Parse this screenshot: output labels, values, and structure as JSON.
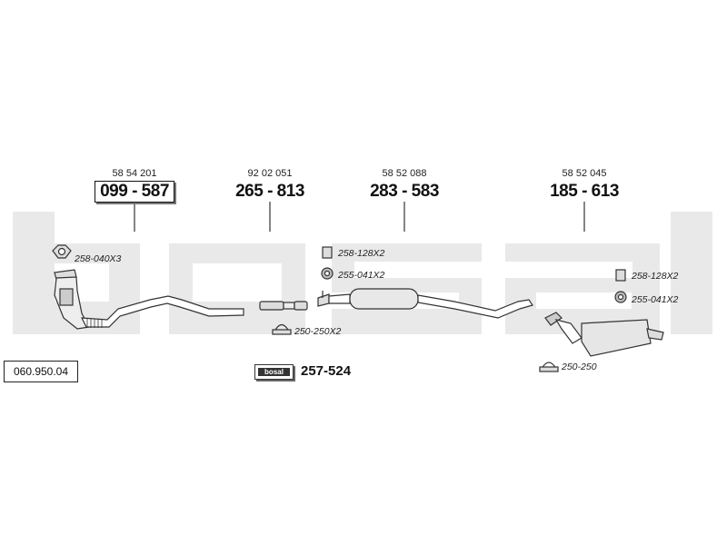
{
  "reference": "060.950.04",
  "watermark_color": "#e9e9e9",
  "parts": [
    {
      "id": "front-pipe",
      "number": "58 54 201",
      "code": "099 - 587",
      "boxed": true
    },
    {
      "id": "middle-pipe",
      "number": "92 02 051",
      "code": "265 - 813",
      "boxed": false
    },
    {
      "id": "center-silencer",
      "number": "58 52 088",
      "code": "283 - 583",
      "boxed": false
    },
    {
      "id": "rear-silencer",
      "number": "58 52 045",
      "code": "185 - 613",
      "boxed": false
    }
  ],
  "accessories": [
    {
      "id": "gasket-front",
      "code": "258-040X3",
      "icon": "gasket-icon"
    },
    {
      "id": "clamp-middle",
      "code": "250-250X2",
      "icon": "clamp-icon"
    },
    {
      "id": "bracket-center",
      "code": "258-128X2",
      "icon": "bracket-icon"
    },
    {
      "id": "rubber-center",
      "code": "255-041X2",
      "icon": "rubber-mount-icon"
    },
    {
      "id": "bracket-rear",
      "code": "258-128X2",
      "icon": "bracket-icon"
    },
    {
      "id": "rubber-rear",
      "code": "255-041X2",
      "icon": "rubber-mount-icon"
    },
    {
      "id": "clamp-rear",
      "code": "250-250",
      "icon": "clamp-icon"
    }
  ],
  "kit": {
    "logo": "bosal",
    "code": "257-524"
  }
}
